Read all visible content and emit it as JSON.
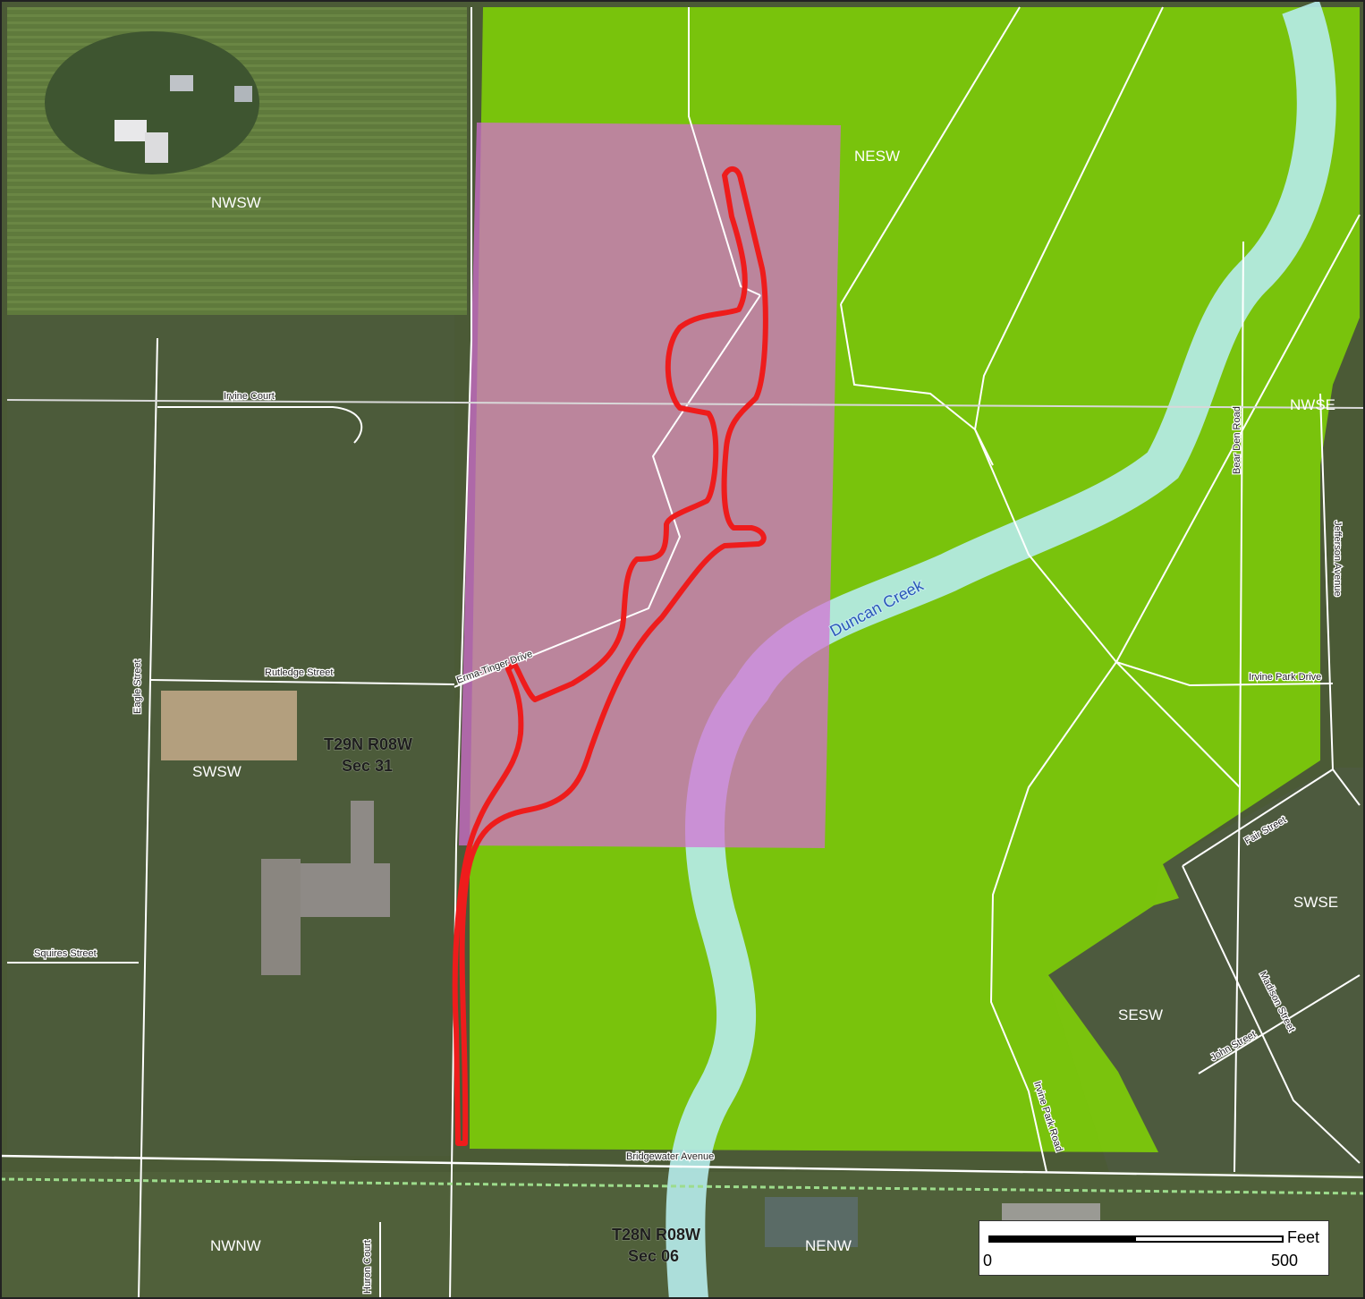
{
  "map": {
    "colors": {
      "park": "#86e000",
      "study_area": "#d46ed4",
      "creek": "#b6ecec",
      "project_outline": "#ee1c1c",
      "roads": "#ffffff",
      "township_line": "#9ddc8c"
    },
    "streets": {
      "irvine_court": "Irvine Court",
      "rutledge_street": "Rutledge Street",
      "erma_tinger_drive": "Erma-Tinger Drive",
      "eagle_street": "Eagle Street",
      "squires_street": "Squires Street",
      "bridgewater_avenue": "Bridgewater Avenue",
      "irvine_park_road": "Irvine Park Road",
      "huron_court": "Huron Court",
      "bear_den_road": "Bear Den Road",
      "jefferson_avenue": "Jefferson Avenue",
      "irvine_park_drive": "Irvine Park Drive",
      "fair_street": "Fair Street",
      "madison_street": "Madison Street",
      "john_street": "John Street"
    },
    "water": {
      "duncan_creek": "Duncan Creek"
    },
    "quarters": {
      "nwsw": "NWSW",
      "nesw": "NESW",
      "nwse": "NWSE",
      "swsw": "SWSW",
      "swse": "SWSE",
      "sesw": "SESW",
      "nwnw": "NWNW",
      "nenw": "NENW"
    },
    "sections": {
      "north_line1": "T29N R08W",
      "north_line2": "Sec 31",
      "south_line1": "T28N R08W",
      "south_line2": "Sec 06"
    },
    "scale": {
      "unit": "Feet",
      "min": "0",
      "max": "500"
    }
  }
}
